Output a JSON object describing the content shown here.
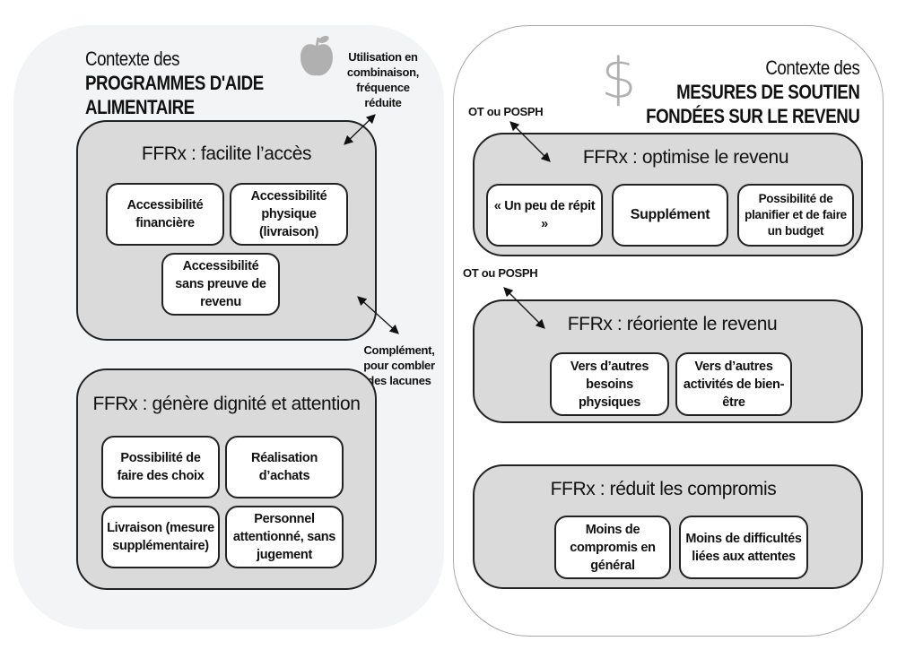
{
  "left_context": {
    "line1": "Contexte des",
    "line2": "PROGRAMMES D'AIDE",
    "line3": "ALIMENTAIRE",
    "icon": "apple-icon",
    "note_top": [
      "Utilisation en",
      "combinaison,",
      "fréquence",
      "réduite"
    ],
    "note_bottom": [
      "Complément,",
      "pour combler",
      "des lacunes"
    ],
    "groups": [
      {
        "title": "FFRx : facilite l’accès",
        "items": [
          "Accessibilité financière",
          "Accessibilité physique (livraison)",
          "Accessibilité sans preuve de revenu"
        ]
      },
      {
        "title": "FFRx : génère dignité et attention",
        "items": [
          "Possibilité de faire des choix",
          "Réalisation d’achats",
          "Livraison (mesure supplémentaire)",
          "Personnel attentionné, sans jugement"
        ]
      }
    ]
  },
  "right_context": {
    "line1": "Contexte des",
    "line2": "MESURES DE SOUTIEN",
    "line3": "FONDÉES SUR LE REVENU",
    "icon": "dollar-icon",
    "note_1": "OT ou POSPH",
    "note_2": "OT ou POSPH",
    "groups": [
      {
        "title": "FFRx : optimise le revenu",
        "items": [
          "« Un peu de répit »",
          "Supplément",
          "Possibilité de planifier et de faire un budget"
        ]
      },
      {
        "title": "FFRx : réoriente le revenu",
        "items": [
          "Vers d’autres besoins physiques",
          "Vers d’autres activités de bien-être"
        ]
      },
      {
        "title": "FFRx : réduit les compromis",
        "items": [
          "Moins de compromis en général",
          "Moins de difficultés liées aux attentes"
        ]
      }
    ]
  },
  "colors": {
    "left_panel_bg": "#f3f4f5",
    "group_bg": "#dadada",
    "icon_gray": "#b0b0b0",
    "border": "#222222"
  }
}
